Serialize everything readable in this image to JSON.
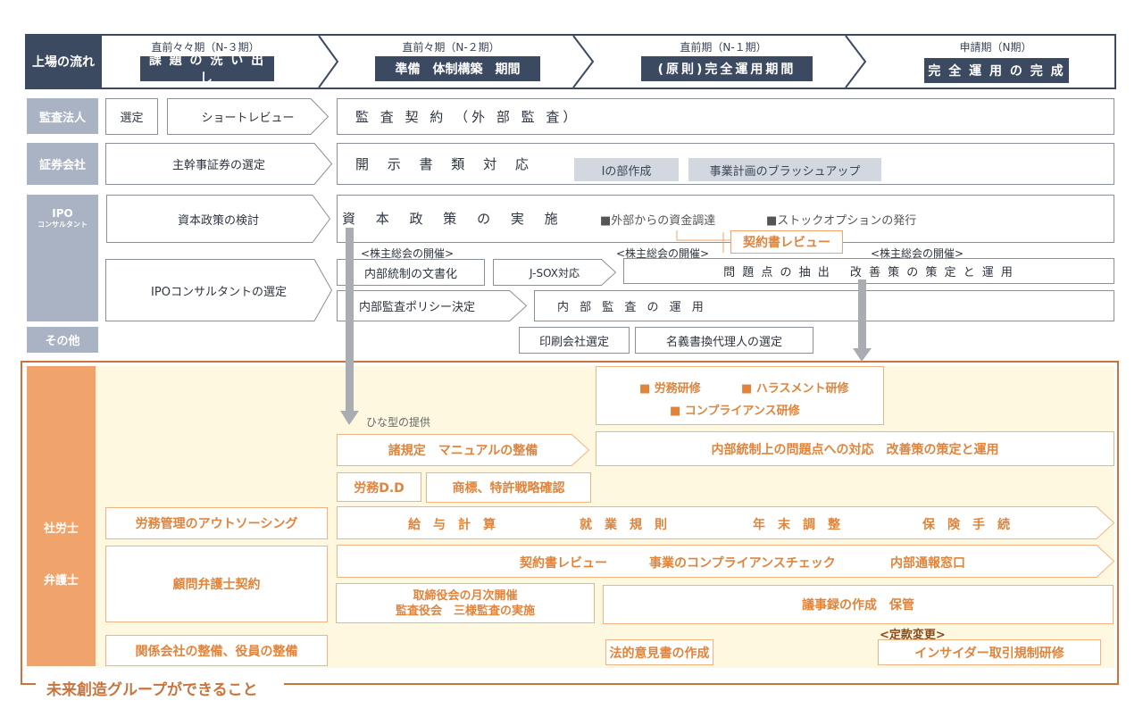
{
  "header": {
    "flow_label": "上場の流れ",
    "phases": [
      {
        "period": "直前々々期（N-３期）",
        "theme": "課 題 の 洗 い 出 し"
      },
      {
        "period": "直前々期（N-２期）",
        "theme": "準備　体制構築　期間"
      },
      {
        "period": "直前期（N-１期）",
        "theme": "(原則)完全運用期間"
      },
      {
        "period": "申請期（N期）",
        "theme": "完 全 運 用 の 完 成"
      }
    ]
  },
  "rows": {
    "audit": {
      "label": "監査法人",
      "select": "選定",
      "short_review": "ショートレビュー",
      "contract": "監 査 契 約 （外 部 監 査）"
    },
    "securities": {
      "label": "証券会社",
      "select": "主幹事証券の選定",
      "disclosure": "開 示 書 類 対 応",
      "part1": "Ⅰの部作成",
      "bizplan": "事業計画のブラッシュアップ"
    },
    "ipo": {
      "label_top": "IPO",
      "label_bottom": "コンサルタント",
      "capital_review": "資本政策の検討",
      "capital_impl": "資 本 政 策 の 実 施",
      "funding": "■外部からの資金調達",
      "stock_option": "■ストックオプションの発行",
      "contract_review": "契約書レビュー",
      "agm": [
        "<株主総会の開催>",
        "<株主総会の開催>",
        "<株主総会の開催>"
      ],
      "consultant_select": "IPOコンサルタントの選定",
      "ic_doc": "内部統制の文書化",
      "jsox": "J-SOX対応",
      "issues": "問 題 点 の 抽 出　 改 善 策 の 策 定 と 運 用",
      "audit_policy": "内部監査ポリシー決定",
      "audit_ops": "内 部 監 査 の 運 用"
    },
    "other": {
      "label": "その他",
      "printing": "印刷会社選定",
      "transfer_agent": "名義書換代理人の選定"
    }
  },
  "group": {
    "title": "未来創造グループができること",
    "label_sharoushi": "社労士",
    "label_lawyer": "弁護士",
    "training": [
      "■ 労務研修",
      "■ ハラスメント研修",
      "■ コンプライアンス研修"
    ],
    "template_note": "ひな型の提供",
    "rules": "諸規定　マニュアルの整備",
    "ic_issues": "内部統制上の問題点への対応　改善策の策定と運用",
    "labor_dd": "労務D.D",
    "trademark": "商標、特許戦略確認",
    "outsourcing": "労務管理のアウトソーシング",
    "labor_tasks": [
      "給　与　計　算",
      "就　業　規　則",
      "年　末　調　整",
      "保　険　手　続"
    ],
    "advisor": "顧問弁護士契約",
    "legal_tasks": [
      "契約書レビュー",
      "事業のコンプライアンスチェック",
      "内部通報窓口"
    ],
    "board_1": "取締役会の月次開催",
    "board_2": "監査役会　三様監査の実施",
    "minutes": "議事録の作成　保管",
    "affiliates": "関係会社の整備、役員の整備",
    "legal_opinion": "法的意見書の作成",
    "articles": "<定款変更>",
    "insider": "インサイダー取引規制研修"
  },
  "colors": {
    "navy": "#3b4a61",
    "slate": "#a9b3c4",
    "orange": "#f0a46c",
    "cream": "#fff8e1"
  }
}
